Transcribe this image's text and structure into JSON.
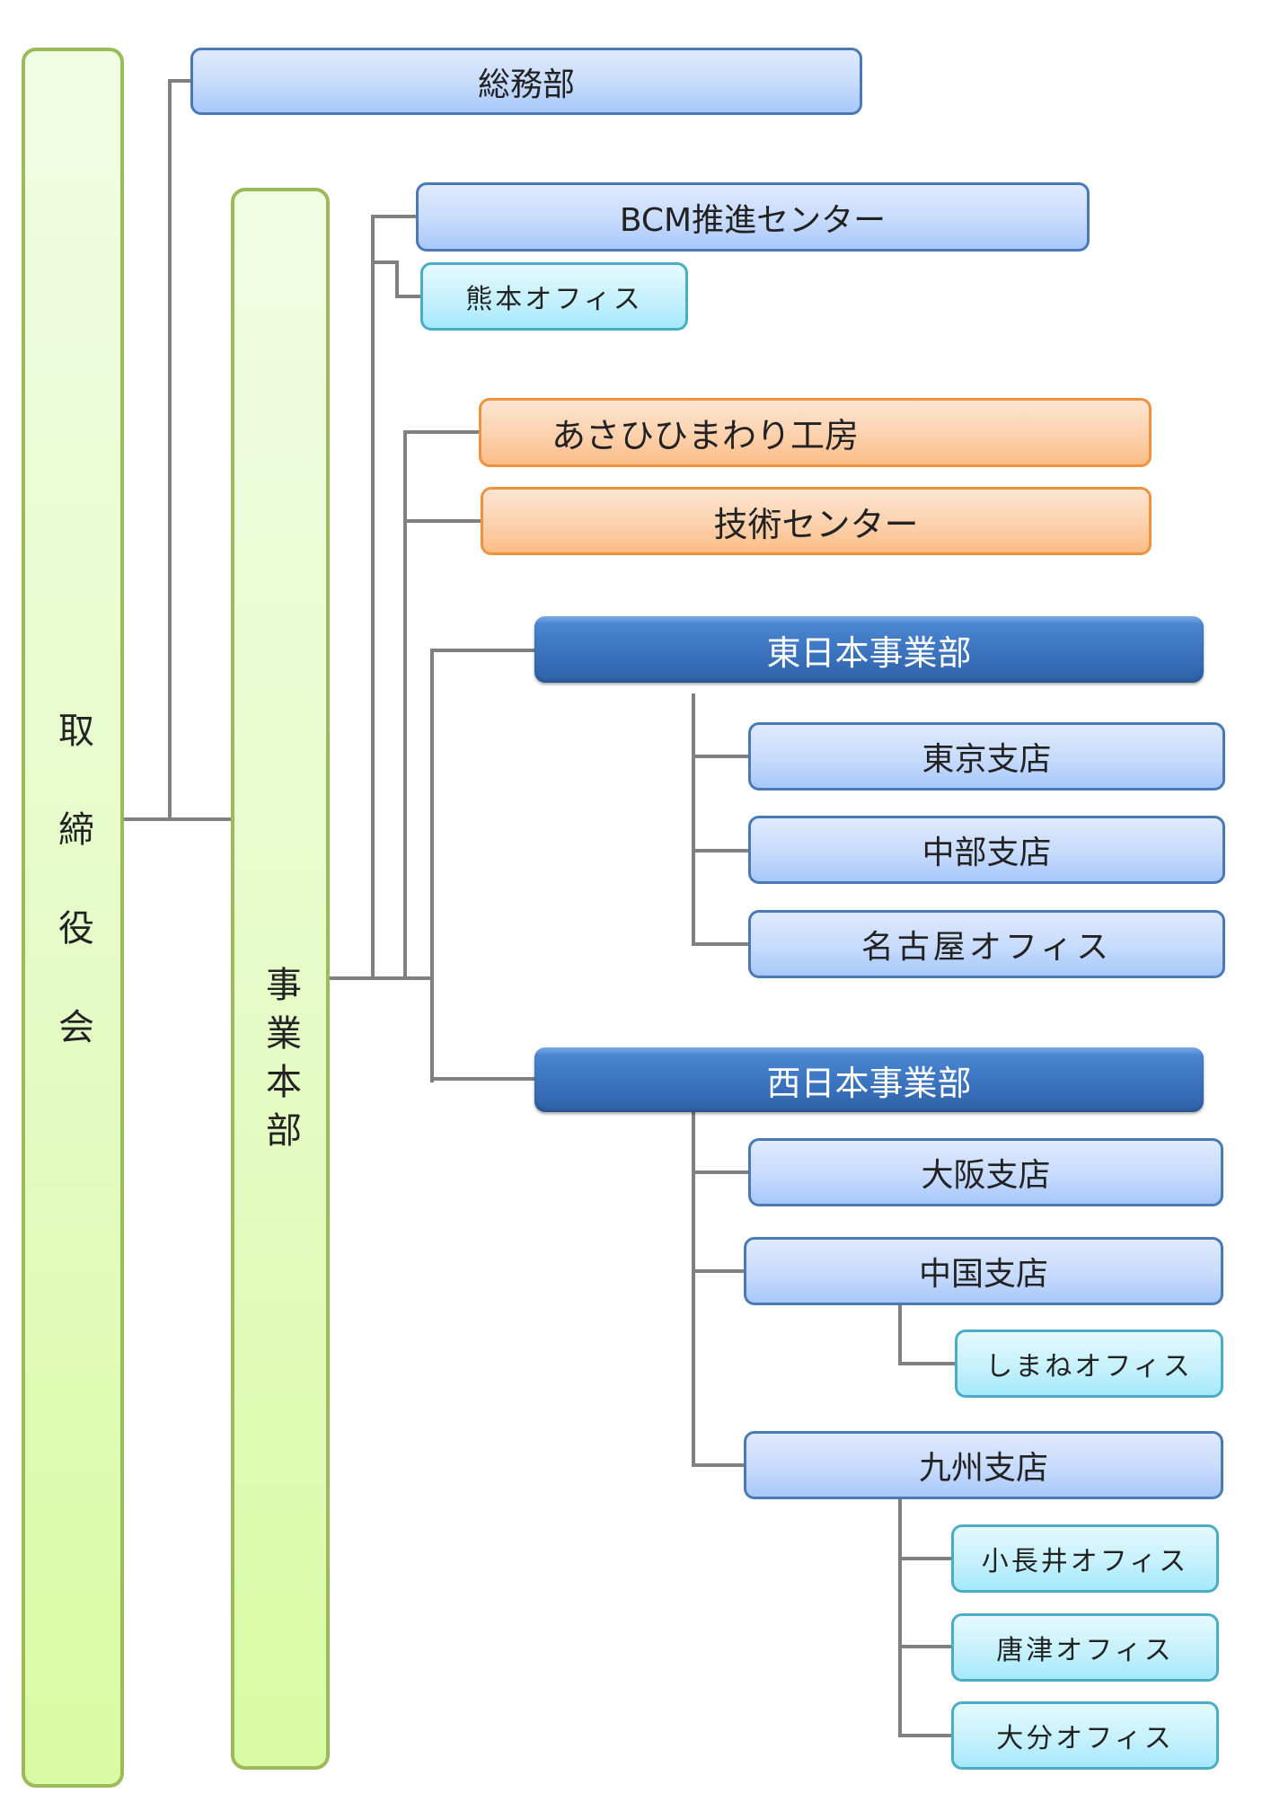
{
  "org_chart": {
    "board": {
      "label": "取締役会",
      "chars": [
        "取",
        "締",
        "役",
        "会"
      ]
    },
    "general_affairs": {
      "label": "総務部"
    },
    "business_hq": {
      "label": "事業本部",
      "chars": [
        "事",
        "業",
        "本",
        "部"
      ]
    },
    "bcm_center": {
      "label": "BCM推進センター"
    },
    "kumamoto_office": {
      "label": "熊本オフィス"
    },
    "asahi_himawari": {
      "label": "あさひひまわり工房"
    },
    "tech_center": {
      "label": "技術センター"
    },
    "east_japan": {
      "label": "東日本事業部",
      "branches": [
        {
          "label": "東京支店"
        },
        {
          "label": "中部支店"
        },
        {
          "label": "名古屋オフィス"
        }
      ]
    },
    "west_japan": {
      "label": "西日本事業部",
      "branches": [
        {
          "label": "大阪支店"
        },
        {
          "label": "中国支店",
          "offices": [
            {
              "label": "しまねオフィス"
            }
          ]
        },
        {
          "label": "九州支店",
          "offices": [
            {
              "label": "小長井オフィス"
            },
            {
              "label": "唐津オフィス"
            },
            {
              "label": "大分オフィス"
            }
          ]
        }
      ]
    }
  },
  "colors": {
    "board_border": "#9bbb59",
    "dept_border": "#4a7ab3",
    "office_border": "#4bacc6",
    "facility_border": "#f0913f",
    "division_fill": "#3b73be",
    "connector": "#808080"
  }
}
